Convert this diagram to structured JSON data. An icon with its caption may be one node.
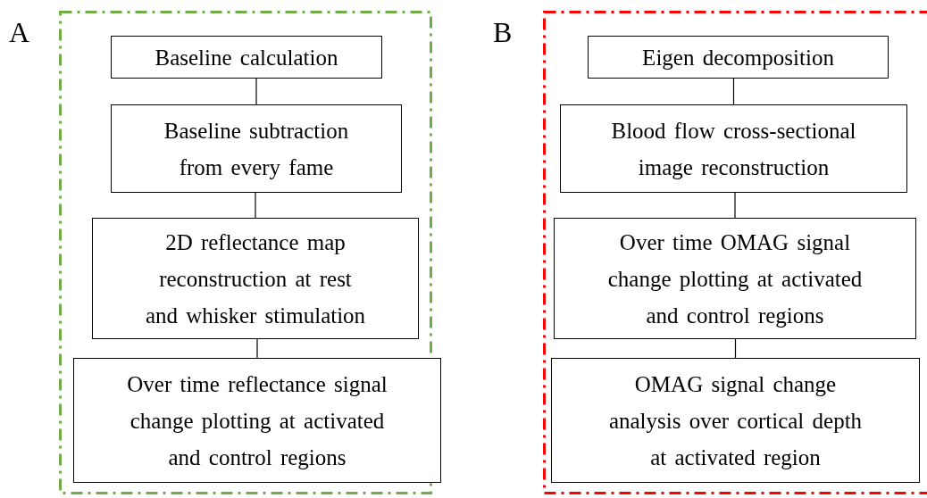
{
  "diagram": {
    "nodes": [
      {
        "text": [
          "A"
        ]
      },
      {
        "text": [
          "Baseline calculation"
        ],
        "in": 0
      },
      {
        "text": [
          "Baseline subtraction from every fame"
        ],
        "in": 0
      },
      {
        "text": [
          "2D reflectance map reconstruction at rest and whisker stimulation"
        ],
        "in": 0
      },
      {
        "text": [
          "Over time reflectance signal change plotting at activated and control regions"
        ],
        "in": 0
      },
      {
        "text": [
          "B"
        ]
      },
      {
        "text": [
          "Eigen decomposition"
        ],
        "in": 5
      },
      {
        "text": [
          "Blood flow cross-sectional image reconstruction"
        ],
        "in": 5
      },
      {
        "text": [
          "Over time OMAG signal change plotting at activated and control regions"
        ],
        "in": 5
      },
      {
        "text": [
          "OMAG signal change analysis over cortical depth at activated region"
        ],
        "in": 5
      }
    ],
    "edges": [
      {
        "from": 1,
        "to": 2,
        "arrow": "none"
      },
      {
        "from": 2,
        "to": 3,
        "arrow": "none"
      },
      {
        "from": 3,
        "to": 4,
        "arrow": "none"
      },
      {
        "from": 6,
        "to": 7,
        "arrow": "none"
      },
      {
        "from": 7,
        "to": 8,
        "arrow": "none"
      },
      {
        "from": 8,
        "to": 9,
        "arrow": "none"
      }
    ]
  }
}
